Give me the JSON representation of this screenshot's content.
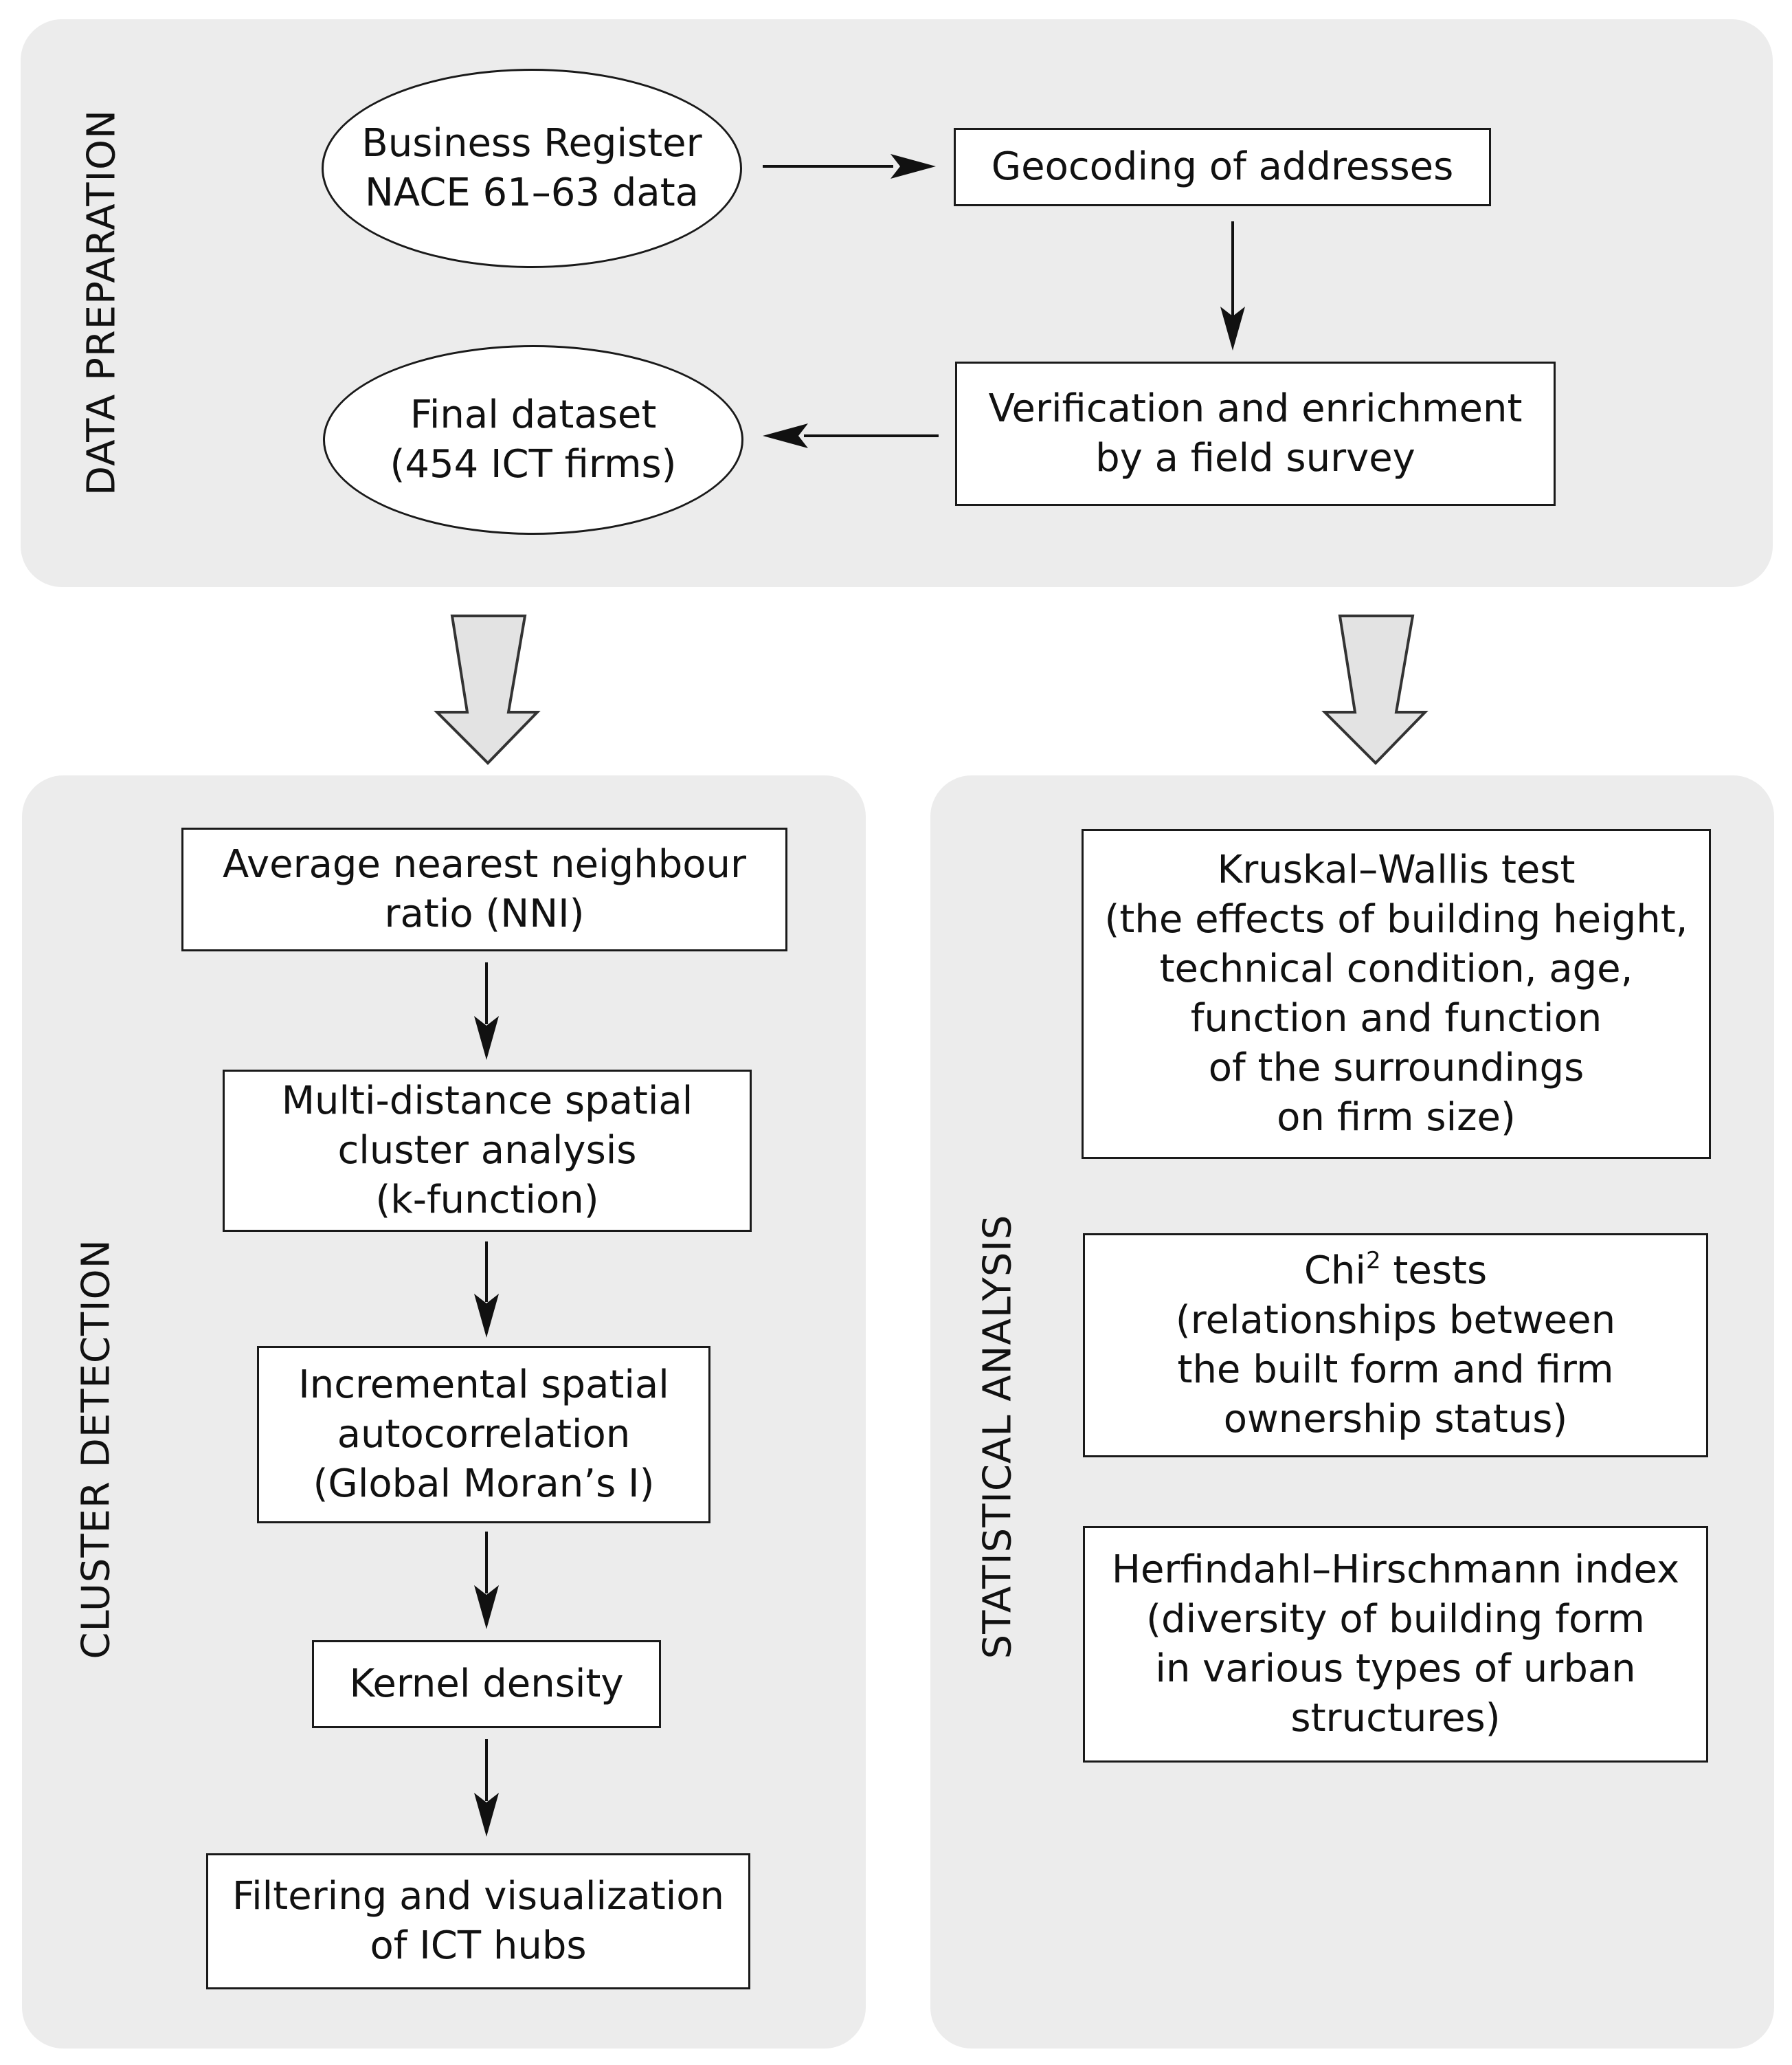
{
  "panels": {
    "data_preparation": {
      "label": "DATA PREPARATION",
      "business_register": [
        "Business Register",
        "NACE 61–63 data"
      ],
      "geocoding": [
        "Geocoding of addresses"
      ],
      "verification": [
        "Verification and enrichment",
        "by a field survey"
      ],
      "final_dataset": [
        "Final dataset",
        "(454 ICT firms)"
      ]
    },
    "cluster_detection": {
      "label": "CLUSTER DETECTION",
      "nni": [
        "Average nearest neighbour",
        "ratio (NNI)"
      ],
      "multi_distance": [
        "Multi-distance spatial",
        "cluster analysis",
        "(k-function)"
      ],
      "incremental": [
        "Incremental spatial",
        "autocorrelation",
        "(Global Moran’s I)"
      ],
      "kernel": [
        "Kernel density"
      ],
      "filtering": [
        "Filtering and visualization",
        "of ICT hubs"
      ]
    },
    "statistical_analysis": {
      "label": "STATISTICAL ANALYSIS",
      "kruskal": [
        "Kruskal–Wallis test",
        "(the effects of building height,",
        "technical condition, age,",
        "function and function",
        "of the surroundings",
        "on firm size)"
      ],
      "chi": {
        "title_base": "Chi",
        "title_sup": "2",
        "title_rest": " tests",
        "lines": [
          "(relationships between",
          "the built form and firm",
          "ownership status)"
        ]
      },
      "herfindahl": [
        "Herfindahl–Hirschmann index",
        "(diversity of building form",
        "in various types of urban",
        "structures)"
      ]
    }
  },
  "colors": {
    "panel_fill": "#ececec",
    "box_fill": "#ffffff",
    "stroke": "#1a1a1a",
    "big_arrow_fill": "#e3e3e3"
  }
}
